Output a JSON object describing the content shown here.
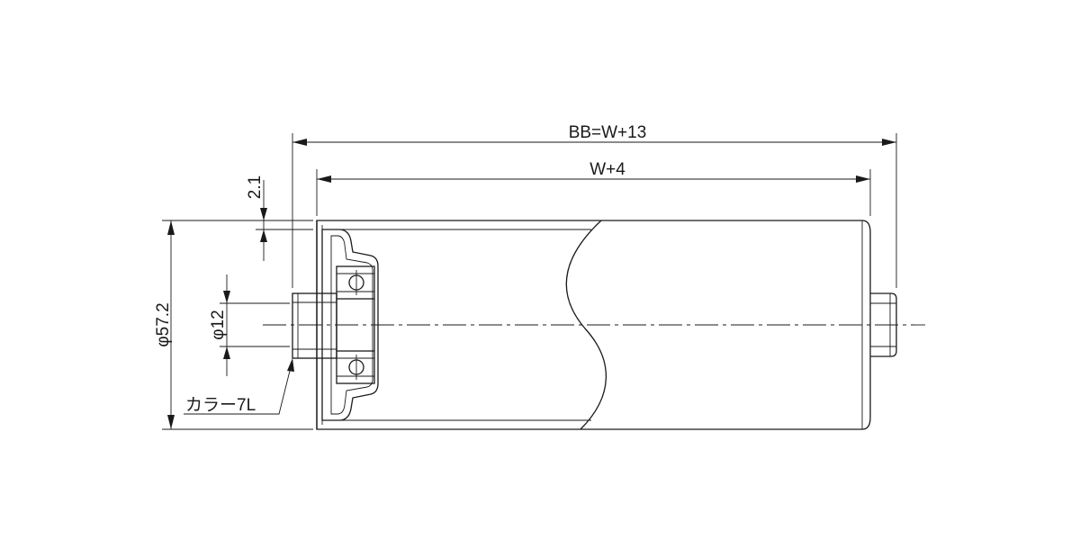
{
  "drawing": {
    "dimensions": {
      "overall_length": "BB=W+13",
      "tube_length": "W+4",
      "wall_thickness": "2.1",
      "tube_diameter": "φ57.2",
      "shaft_diameter": "φ12",
      "collar": "カラー7L"
    }
  }
}
